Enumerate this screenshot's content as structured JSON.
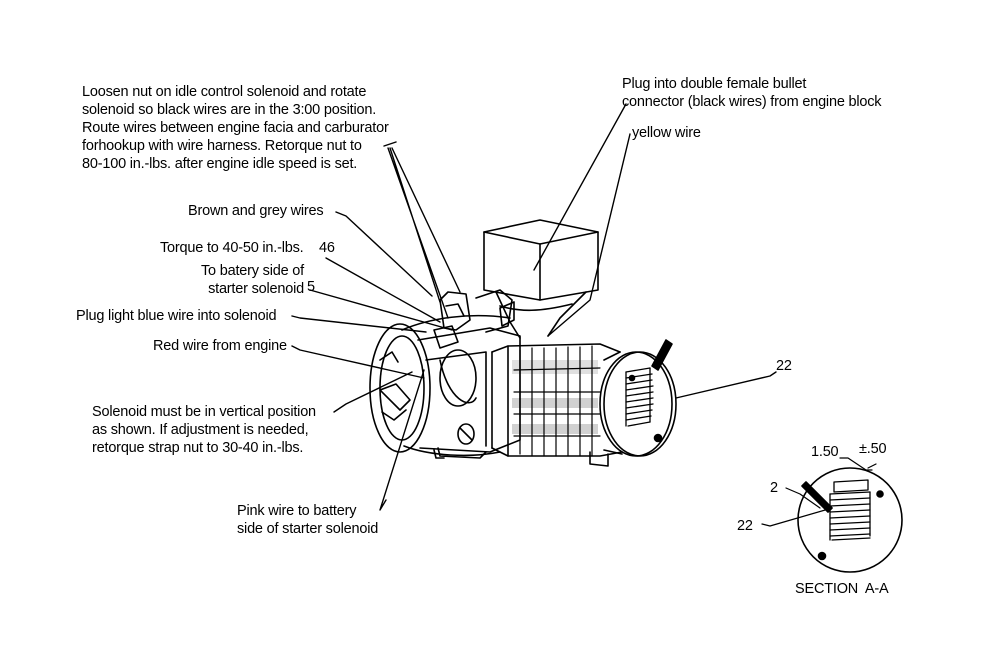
{
  "callouts": {
    "idle_solenoid_note": "Loosen nut on idle control solenoid and rotate\nsolenoid so black wires are in the 3:00 position.\nRoute wires between engine facia and carburator\nforhookup with wire harness. Retorque nut to\n80-100 in.-lbs. after engine idle speed is set.",
    "bullet_connector": "Plug into double female bullet\nconnector (black wires) from engine block",
    "yellow_wire": "yellow wire",
    "brown_grey": "Brown and grey wires",
    "torque_40_50": "Torque to 40-50 in.-lbs.",
    "torque_ref": "46",
    "battery_side": "To batery side of\nstarter solenoid",
    "battery_ref": "5",
    "light_blue": "Plug light blue wire into solenoid",
    "red_wire": "Red wire from engine",
    "solenoid_vertical": "Solenoid must be in vertical position\nas shown. If adjustment is needed,\nretorque strap nut to 30-40 in.-lbs.",
    "pink_wire": "Pink wire to battery\nside of starter solenoid",
    "ref_22": "22"
  },
  "section": {
    "title": "SECTION  A-A",
    "dim_1_50": "1.50",
    "dim_pm_50": "±.50",
    "ref_2": "2",
    "ref_22": "22"
  }
}
